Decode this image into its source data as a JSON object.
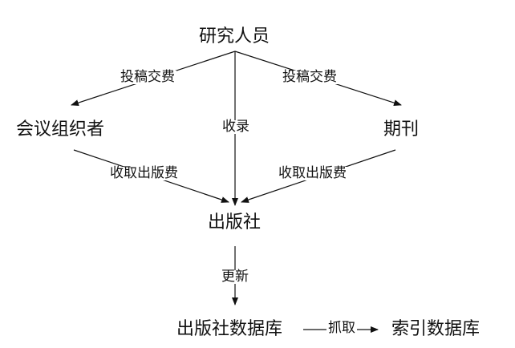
{
  "nodes": {
    "researchers": "研究人员",
    "conference_organizers": "会议组织者",
    "journals": "期刊",
    "publisher": "出版社",
    "publisher_database": "出版社数据库",
    "index_database": "索引数据库"
  },
  "edge_labels": {
    "submit_fee_left": "投稿交费",
    "submit_fee_right": "投稿交费",
    "accept": "收录",
    "publish_fee_left": "收取出版费",
    "publish_fee_right": "收取出版费",
    "update": "更新",
    "crawl": "抓取"
  },
  "colors": {
    "ink": "#111111",
    "background": "#ffffff"
  }
}
